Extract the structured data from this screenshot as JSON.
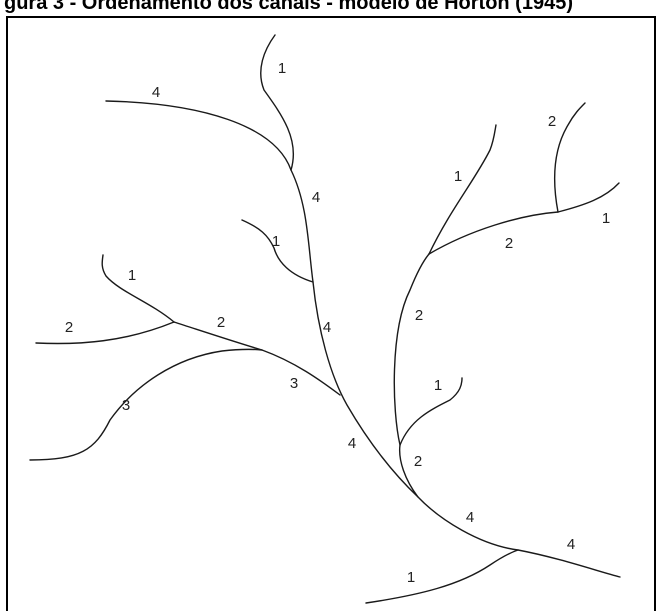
{
  "caption": "gura 3 - Ordenamento dos canais - modelo de Horton (1945)",
  "order_labels": [
    "1",
    "4",
    "2",
    "4",
    "1",
    "1",
    "1",
    "1",
    "2",
    "2",
    "2",
    "2",
    "4",
    "3",
    "3",
    "1",
    "4",
    "2",
    "4",
    "4",
    "1"
  ]
}
